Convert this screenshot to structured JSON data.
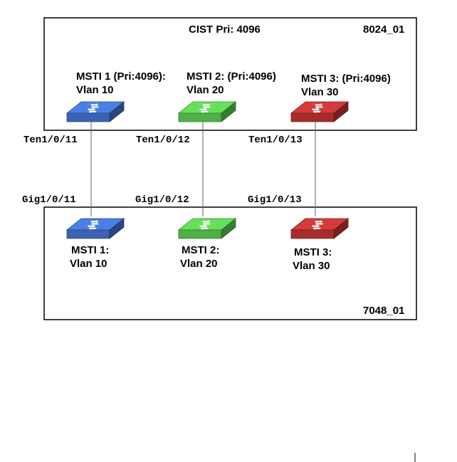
{
  "upper_switch": {
    "name": "8024_01",
    "cist_label": "CIST Pri: 4096",
    "instances": [
      {
        "line1": "MSTI 1 (Pri:4096):",
        "line2": "Vlan 10",
        "port": "Ten1/0/11",
        "color": "#4a7fe6"
      },
      {
        "line1": "MSTI 2: (Pri:4096)",
        "line2": "Vlan 20",
        "port": "Ten1/0/12",
        "color": "#66e05a"
      },
      {
        "line1": "MSTI 3: (Pri:4096)",
        "line2": "Vlan 30",
        "port": "Ten1/0/13",
        "color": "#d63a3a"
      }
    ]
  },
  "lower_switch": {
    "name": "7048_01",
    "instances": [
      {
        "line1": "MSTI 1:",
        "line2": "Vlan 10",
        "port": "Gig1/0/11",
        "color": "#4a7fe6"
      },
      {
        "line1": "MSTI 2:",
        "line2": "Vlan 20",
        "port": "Gig1/0/12",
        "color": "#66e05a"
      },
      {
        "line1": "MSTI 3:",
        "line2": "Vlan 30",
        "port": "Gig1/0/13",
        "color": "#d63a3a"
      }
    ]
  }
}
